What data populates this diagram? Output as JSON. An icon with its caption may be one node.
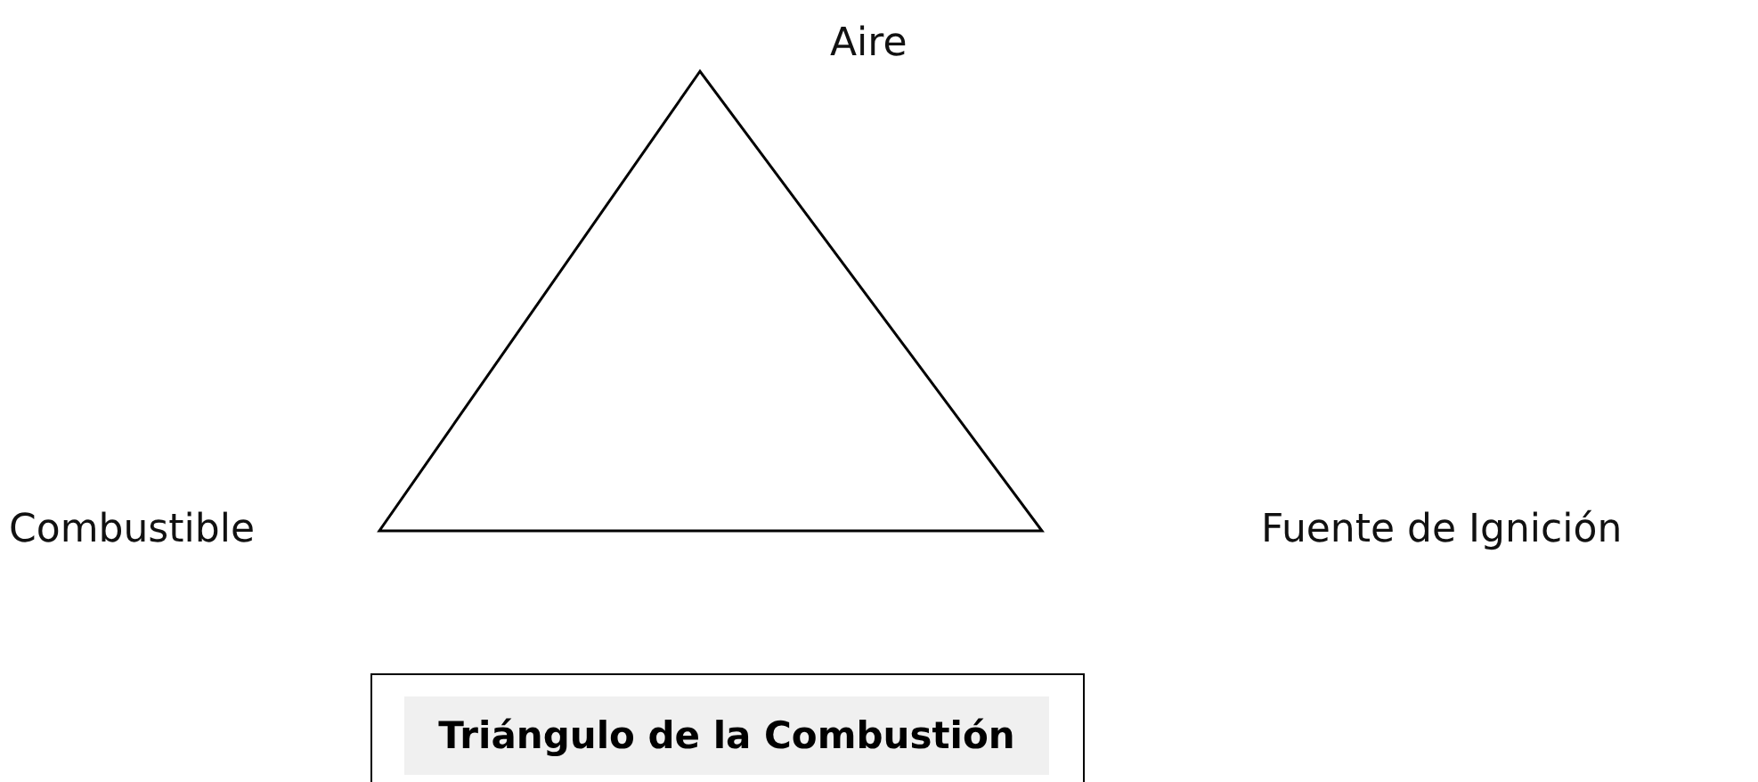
{
  "diagram": {
    "nodes": [
      {
        "text": [
          "Triángulo de la Combustión"
        ]
      }
    ],
    "labels": [
      "Aire",
      "Combustible",
      "Fuente de Ignición"
    ]
  }
}
